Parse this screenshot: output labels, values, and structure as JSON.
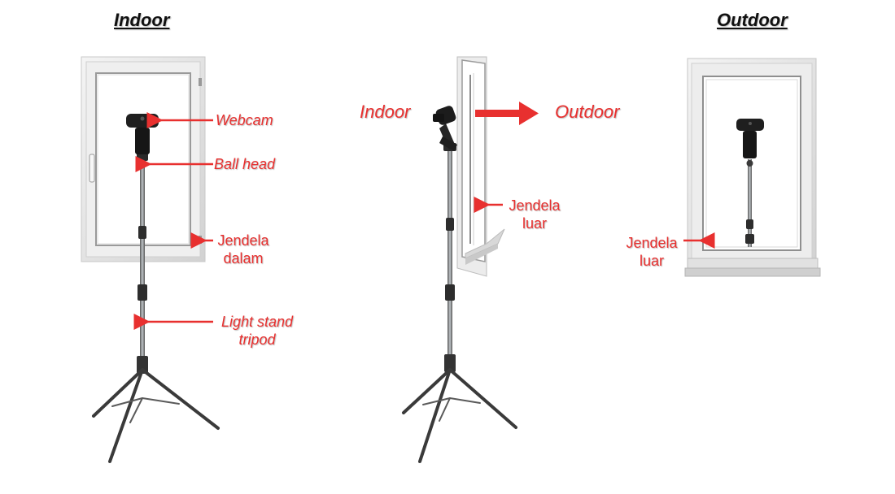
{
  "headings": {
    "indoor": "Indoor",
    "outdoor": "Outdoor"
  },
  "labels": {
    "webcam": "Webcam",
    "ball_head": "Ball head",
    "inner_window": [
      "Jendela",
      "dalam"
    ],
    "light_stand": [
      "Light stand",
      "tripod"
    ],
    "side_indoor": "Indoor",
    "side_outdoor": "Outdoor",
    "outer_window_side": [
      "Jendela",
      "luar"
    ],
    "outer_window_front": [
      "Jendela",
      "luar"
    ]
  },
  "colors": {
    "annotation": "#e8302f",
    "heading": "#111111",
    "window_frame": "#e4e4e4",
    "tripod": "#3a3a3a"
  },
  "icons": [
    "webcam-icon",
    "ball-head-icon",
    "tripod-icon",
    "window-icon",
    "arrow-right-icon"
  ]
}
